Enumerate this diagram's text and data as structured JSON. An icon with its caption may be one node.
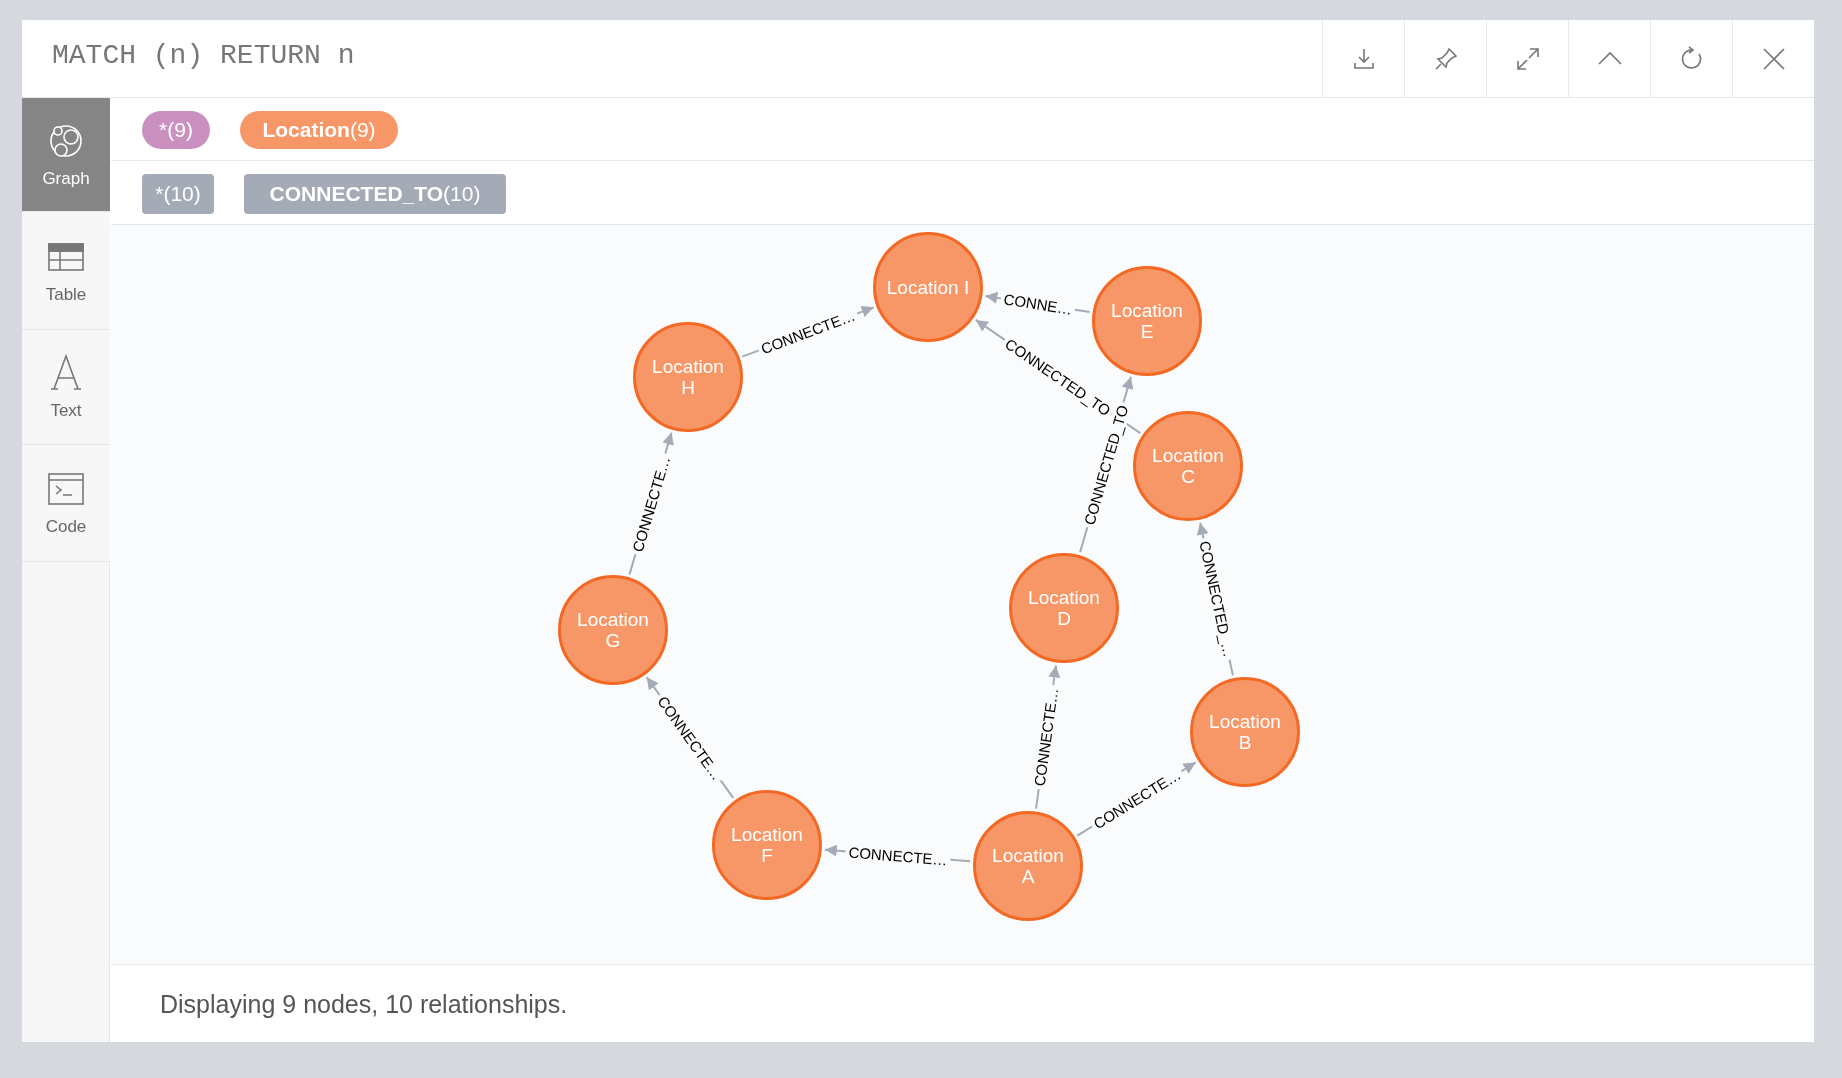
{
  "diagram": {
    "nodes": [
      {
        "text": [
          "Location I"
        ]
      },
      {
        "text": [
          "Location E"
        ]
      },
      {
        "text": [
          "Location H"
        ]
      },
      {
        "text": [
          "Location C"
        ]
      },
      {
        "text": [
          "Location D"
        ]
      },
      {
        "text": [
          "Location G"
        ]
      },
      {
        "text": [
          "Location B"
        ]
      },
      {
        "text": [
          "Location F"
        ]
      },
      {
        "text": [
          "Location A"
        ]
      }
    ],
    "edges": [
      {
        "from": 2,
        "to": 0,
        "arrow": "to",
        "label": "CONNECTE…"
      },
      {
        "from": 1,
        "to": 0,
        "arrow": "to",
        "label": "CONNE…"
      },
      {
        "from": 3,
        "to": 0,
        "arrow": "to",
        "label": "CONNECTED_TO"
      },
      {
        "from": 4,
        "to": 1,
        "arrow": "to",
        "label": "CONNECTED_TO"
      },
      {
        "from": 6,
        "to": 3,
        "arrow": "to",
        "label": "CONNECTED_…"
      },
      {
        "from": 8,
        "to": 6,
        "arrow": "to",
        "label": "CONNECTE…"
      },
      {
        "from": 8,
        "to": 4,
        "arrow": "to",
        "label": "CONNECTE…"
      },
      {
        "from": 8,
        "to": 7,
        "arrow": "to",
        "label": "CONNECTE…"
      },
      {
        "from": 7,
        "to": 5,
        "arrow": "to",
        "label": "CONNECTE…"
      },
      {
        "from": 5,
        "to": 2,
        "arrow": "to",
        "label": "CONNECTE…"
      }
    ],
    "labels": [
      "MATCH (n) RETURN n",
      "Graph",
      "Table",
      "Text",
      "Code",
      "Displaying 9 nodes, 10 relationships."
    ],
    "legend": [
      {
        "text": "*(9)",
        "color": "#c990c0"
      },
      {
        "text": "**Location**(9)",
        "color": "#f79767"
      },
      {
        "text": "*(10)",
        "color": "#a5abb6"
      },
      {
        "text": "**CONNECTED_TO**(10)",
        "color": "#a5abb6"
      }
    ]
  }
}
